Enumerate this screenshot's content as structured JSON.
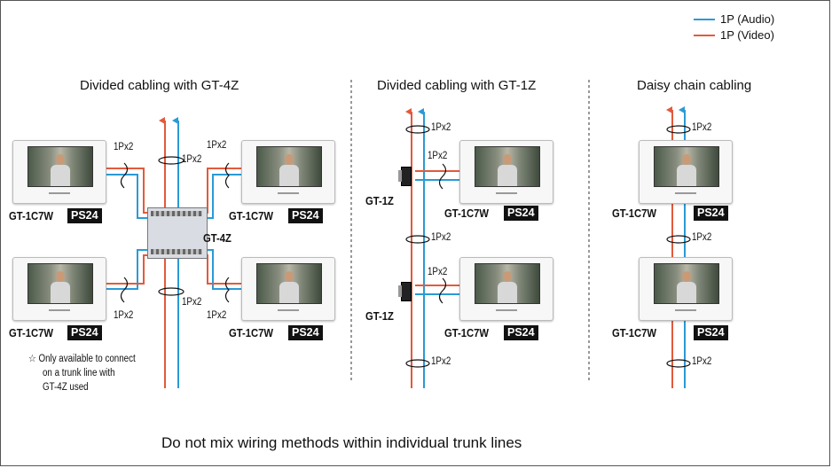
{
  "legend": {
    "audio": "1P (Audio)",
    "video": "1P (Video)"
  },
  "colors": {
    "audio": "#2a9ad6",
    "video": "#e25a3c",
    "frame": "#555555",
    "text": "#111111"
  },
  "sections": {
    "gt4z": {
      "title": "Divided cabling with GT-4Z",
      "adapter_label": "GT-4Z"
    },
    "gt1z": {
      "title": "Divided cabling with GT-1Z",
      "adapter_label": "GT-1Z"
    },
    "daisy": {
      "title": "Daisy chain cabling"
    }
  },
  "device": {
    "model": "GT-1C7W",
    "power": "PS24"
  },
  "cable_label": "1Px2",
  "note": [
    "☆ Only available to connect",
    "on a trunk line with",
    "GT-4Z used"
  ],
  "footer": "Do not mix wiring methods within individual trunk lines",
  "icons": [
    "video-monitor-icon",
    "gt-4z-adapter-icon",
    "gt-1z-adapter-icon",
    "twisted-pair-icon"
  ]
}
